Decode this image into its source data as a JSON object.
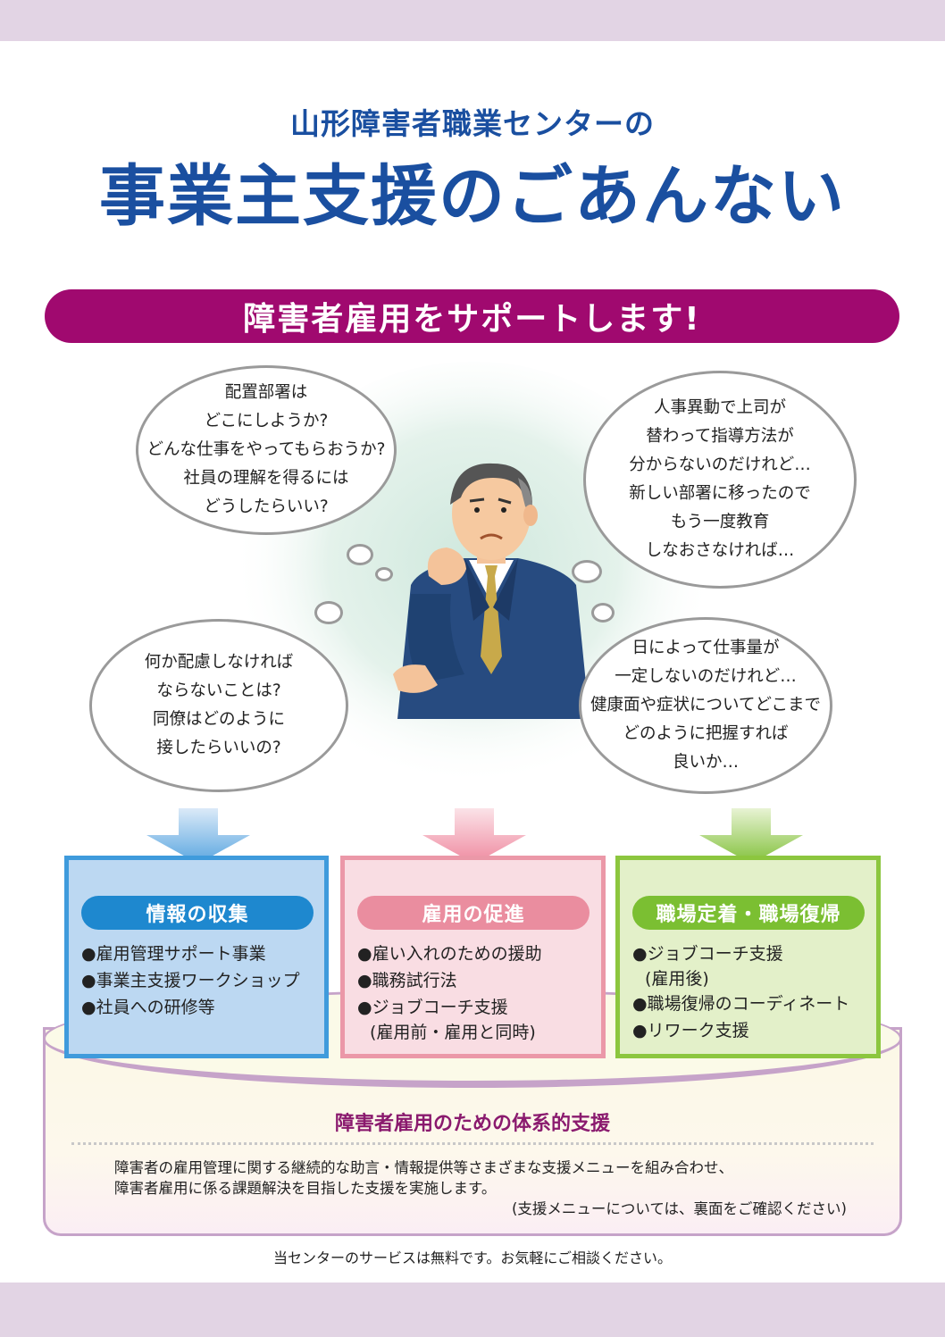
{
  "header": {
    "subtitle": "山形障害者職業センターの",
    "title": "事業主支援のごあんない"
  },
  "banner": {
    "text": "障害者雇用をサポートします!"
  },
  "bubbles": {
    "top_left": [
      "配置部署は",
      "どこにしようか?",
      "どんな仕事をやってもらおうか?",
      "社員の理解を得るには",
      "どうしたらいい?"
    ],
    "top_right": [
      "人事異動で上司が",
      "替わって指導方法が",
      "分からないのだけれど…",
      "新しい部署に移ったので",
      "もう一度教育",
      "しなおさなければ…"
    ],
    "bottom_left": [
      "何か配慮しなければ",
      "ならないことは?",
      "同僚はどのように",
      "接したらいいの?"
    ],
    "bottom_right": [
      "日によって仕事量が",
      "一定しないのだけれど…",
      "健康面や症状についてどこまで",
      "どのように把握すれば",
      "良いか…"
    ]
  },
  "cards": [
    {
      "title": "情報の収集",
      "items": [
        {
          "text": "●雇用管理サポート事業",
          "sub": ""
        },
        {
          "text": "●事業主支援ワークショップ",
          "sub": ""
        },
        {
          "text": "●社員への研修等",
          "sub": ""
        }
      ]
    },
    {
      "title": "雇用の促進",
      "items": [
        {
          "text": "●雇い入れのための援助",
          "sub": ""
        },
        {
          "text": "●職務試行法",
          "sub": ""
        },
        {
          "text": "●ジョブコーチ支援",
          "sub": "(雇用前・雇用と同時)"
        }
      ]
    },
    {
      "title": "職場定着・職場復帰",
      "items": [
        {
          "text": "●ジョブコーチ支援",
          "sub": "(雇用後)"
        },
        {
          "text": "●職場復帰のコーディネート",
          "sub": ""
        },
        {
          "text": "●リワーク支援",
          "sub": ""
        }
      ]
    }
  ],
  "system": {
    "title": "障害者雇用のための体系的支援",
    "line1": "障害者の雇用管理に関する継続的な助言・情報提供等さまざまな支援メニューを組み合わせ、",
    "line2": "障害者雇用に係る課題解決を目指した支援を実施します。",
    "note": "(支援メニューについては、裏面をご確認ください)"
  },
  "footer": {
    "text": "当センターのサービスは無料です。お気軽にご相談ください。"
  },
  "colors": {
    "title_blue": "#1a4fa0",
    "banner_purple": "#a0096f",
    "card1_accent": "#1e88cf",
    "card2_accent": "#ea8d9f",
    "card3_accent": "#7bbf32",
    "band": "#e2d4e4"
  }
}
